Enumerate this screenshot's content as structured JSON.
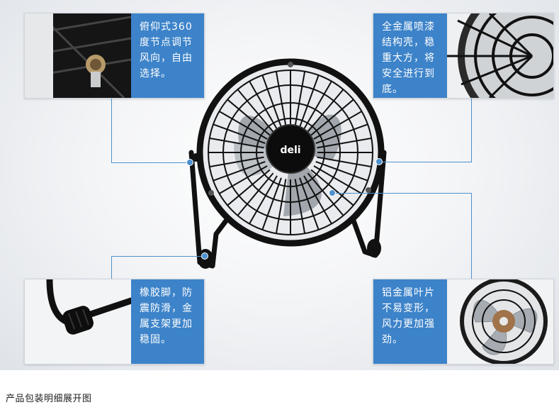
{
  "callouts": {
    "tilt": "俯仰式360\n度节点调节\n风向，自由\n选择。",
    "frame": "全金属喷漆\n结构壳，稳\n重大方，将\n安全进行到\n底。",
    "feet": "橡胶脚，防\n震防滑，金\n属支架更加\n稳固。",
    "blades": "铝金属叶片\n不易变形，\n风力更加强\n劲。"
  },
  "brand": "deli",
  "caption": "产品包装明细展开图",
  "colors": {
    "accent": "#3d83c9",
    "fan_body": "#111111"
  },
  "icons": [
    "tilt-knob-detail",
    "fan-guard-detail",
    "rubber-foot-detail",
    "aluminum-blade-detail"
  ]
}
